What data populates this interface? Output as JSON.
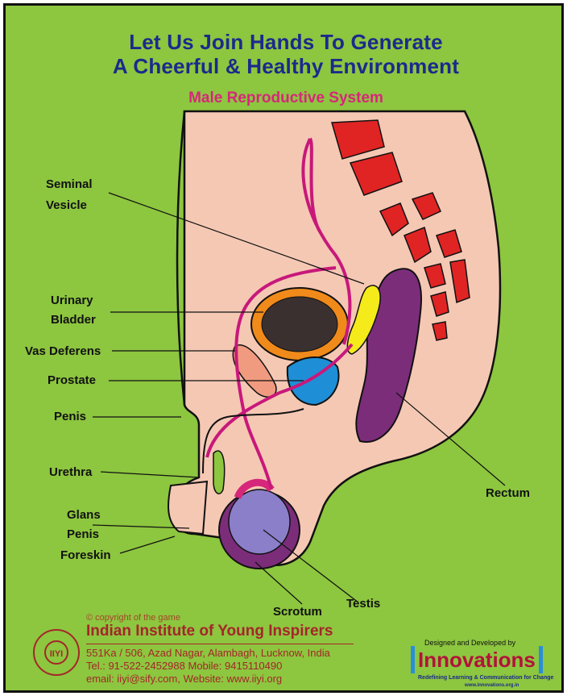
{
  "header": {
    "title_line1": "Let Us Join Hands To Generate",
    "title_line2": "A Cheerful & Healthy Environment",
    "subtitle": "Male Reproductive System"
  },
  "labels": {
    "seminal_vesicle_1": "Seminal",
    "seminal_vesicle_2": "Vesicle",
    "urinary_bladder_1": "Urinary",
    "urinary_bladder_2": "Bladder",
    "vas_deferens": "Vas Deferens",
    "prostate": "Prostate",
    "penis": "Penis",
    "urethra": "Urethra",
    "glans_penis_1": "Glans",
    "glans_penis_2": "Penis",
    "foreskin": "Foreskin",
    "scrotum": "Scrotum",
    "testis": "Testis",
    "rectum": "Rectum"
  },
  "footer": {
    "copyright": "© copyright of the game",
    "org_name": "Indian Institute of Young Inspirers",
    "seal_text": "IIYI",
    "address": "551Ka / 506,  Azad Nagar, Alambagh, Lucknow, India",
    "phone": "Tel.: 91-522-2452988 Mobile: 9415110490",
    "contact": "email: iiyi@sify.com,  Website: www.iiyi.org",
    "designed_by": "Designed and Developed by",
    "innovations_logo": "Innovations",
    "innovations_tagline": "Redefining  Learning & Communication for Change",
    "innovations_web": "www.innovations.org.in"
  },
  "colors": {
    "background": "#8dc63f",
    "title": "#1b2a8c",
    "subtitle": "#d6277a",
    "skin": "#f5c8b4",
    "bone": "#e02424",
    "bladder_rim": "#f08a1a",
    "rectum": "#7b2d7a",
    "prostate": "#1e8fd6",
    "seminal_vesicle": "#f5ea1a",
    "vas_deferens": "#c8187a",
    "testis": "#8a7fc8"
  }
}
